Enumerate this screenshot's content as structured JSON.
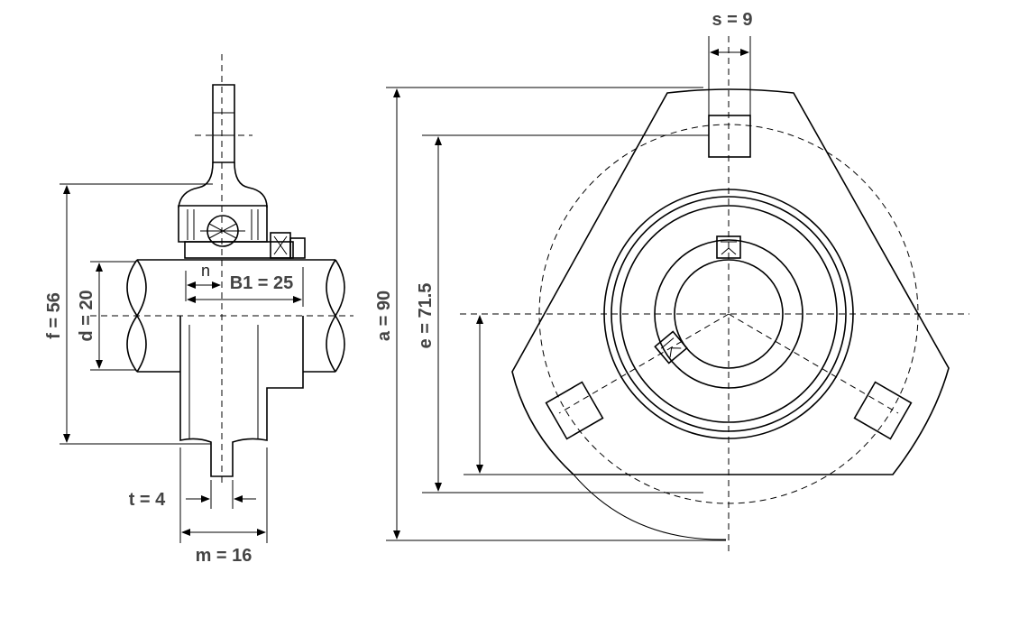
{
  "dimensions": {
    "s": "s = 9",
    "a": "a = 90",
    "e": "e = 71.5",
    "f": "f = 56",
    "d": "d = 20",
    "n": "n",
    "b1": "B1 = 25",
    "t": "t = 4",
    "m": "m = 16"
  },
  "colors": {
    "line": "#000000",
    "label": "#444444",
    "background": "#ffffff"
  }
}
